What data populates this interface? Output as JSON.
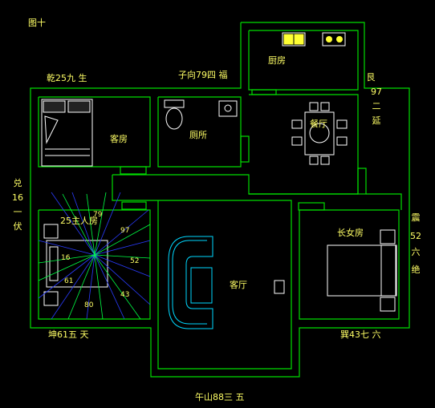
{
  "figure_title": "图十",
  "directions": {
    "top_left": "乾25九 生",
    "top_center": "子向79四 福",
    "right_upper": [
      "艮",
      "97",
      "二",
      "延"
    ],
    "left_mid": [
      "兑",
      "16",
      "一",
      "伏"
    ],
    "right_mid": [
      "震",
      "52",
      "六",
      "绝"
    ],
    "bottom_left": "坤61五 天",
    "bottom_right": "巽43七 六",
    "bottom_center": "午山88三 五"
  },
  "rooms": {
    "kitchen": "厨房",
    "guest_room": "客房",
    "toilet": "厕所",
    "dining": "餐厅",
    "master_room": "25主人房",
    "living": "客厅",
    "daughter_room": "长女房"
  },
  "compass_numbers": {
    "n79": "79",
    "n97": "97",
    "n52": "52",
    "n43": "43",
    "n80": "80",
    "n61": "61",
    "n16": "16"
  },
  "colors": {
    "background": "#000000",
    "wall": "#00dd00",
    "furniture": "#00d8ff",
    "text": "#ffff66",
    "ray_blue": "#2a3cff",
    "ray_green": "#00ff44"
  }
}
